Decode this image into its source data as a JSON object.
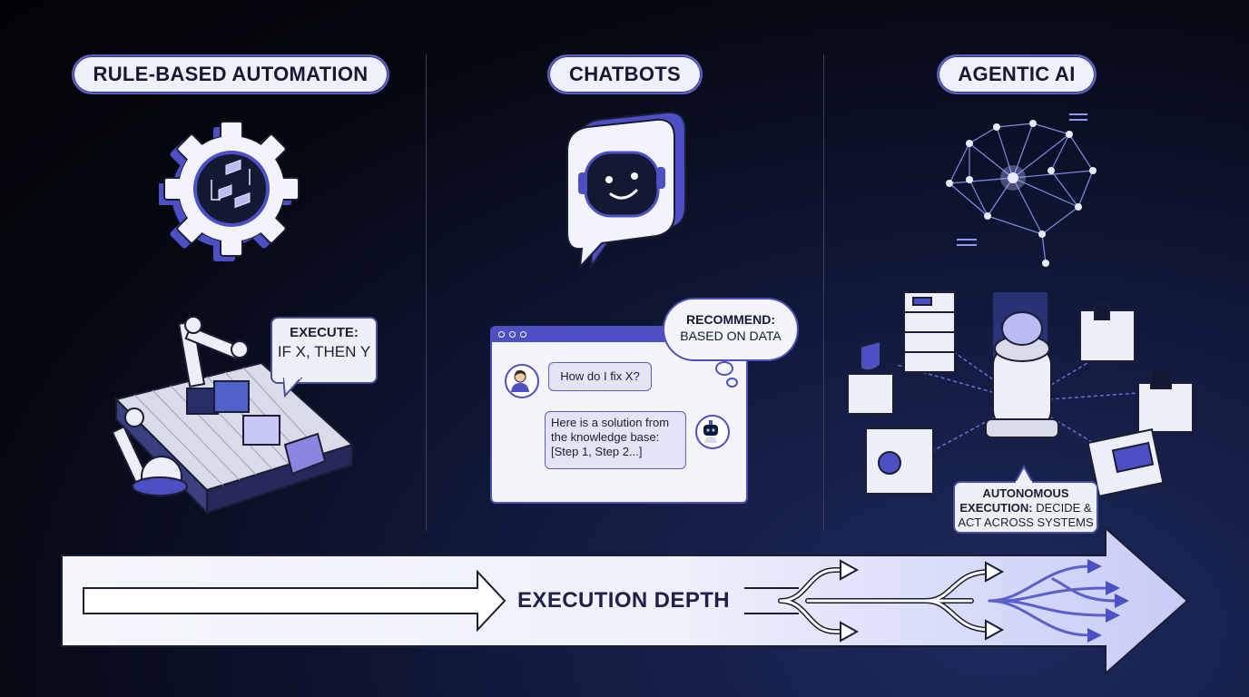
{
  "columns": [
    {
      "title": "RULE-BASED AUTOMATION",
      "callout_line1": "EXECUTE:",
      "callout_line2": "IF X, THEN Y"
    },
    {
      "title": "CHATBOTS",
      "user_message": "How do I fix X?",
      "bot_reply_line1": "Here is a solution from",
      "bot_reply_line2": "the knowledge base:",
      "bot_reply_line3": "[Step 1, Step 2...]",
      "thought_line1": "RECOMMEND:",
      "thought_line2": "BASED ON DATA"
    },
    {
      "title": "AGENTIC AI",
      "callout_line1": "AUTONOMOUS",
      "callout_line2_bold": "EXECUTION:",
      "callout_line2_rest": "DECIDE &",
      "callout_line3": "ACT ACROSS SYSTEMS"
    }
  ],
  "bottom_arrow": {
    "label": "EXECUTION DEPTH"
  },
  "colors": {
    "accent": "#5b5fc7",
    "dark": "#1e2148",
    "light": "#eef0fb",
    "background": "#05070f"
  }
}
